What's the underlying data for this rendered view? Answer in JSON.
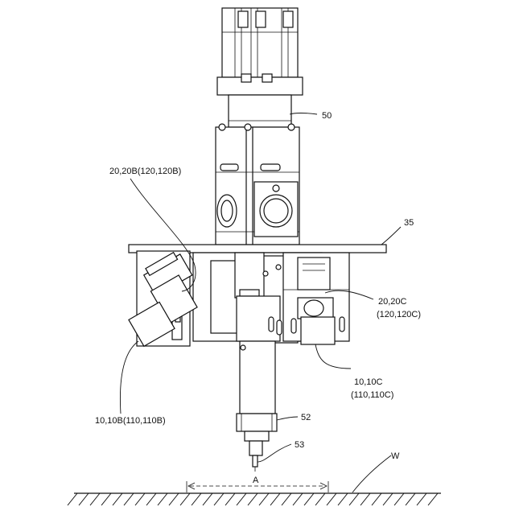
{
  "labels": {
    "motor": "50",
    "plate": "35",
    "unit_b_inner": "20,20B(120,120B)",
    "unit_c_inner_line1": "20,20C",
    "unit_c_inner_line2": "(120,120C)",
    "unit_b_outer": "10,10B(110,110B)",
    "unit_c_outer_line1": "10,10C",
    "unit_c_outer_line2": "(110,110C)",
    "nozzle_holder": "52",
    "nozzle": "53",
    "workpiece": "W",
    "dimension": "A"
  }
}
